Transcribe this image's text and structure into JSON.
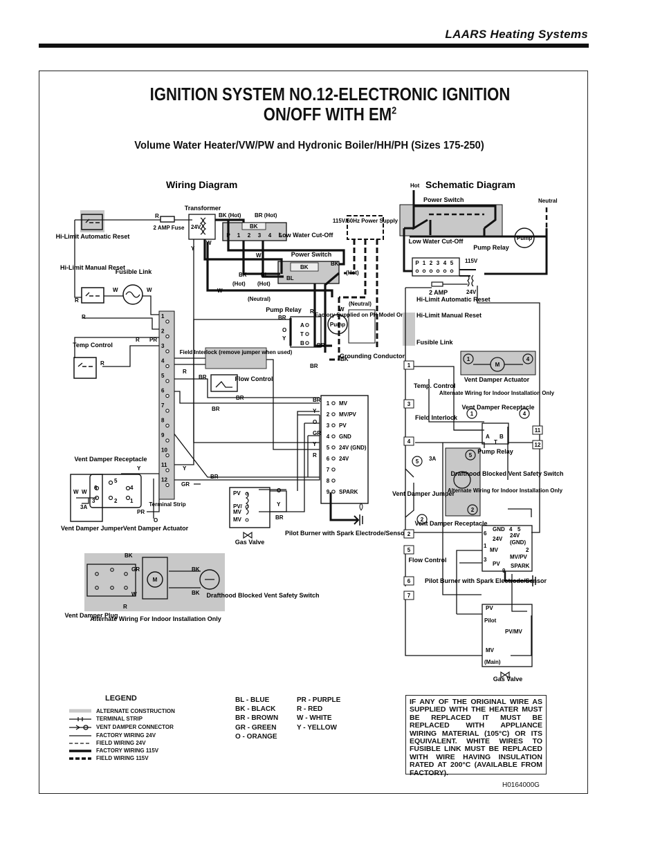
{
  "header": {
    "brand": "LAARS Heating Systems"
  },
  "title": {
    "line1": "IGNITION SYSTEM NO.12-ELECTRONIC IGNITION",
    "line2": "ON/OFF WITH EM",
    "line2_sup": "2"
  },
  "subtitle": "Volume Water Heater/VW/PW and Hydronic Boiler/HH/PH (Sizes 175-250)",
  "wiring": {
    "heading": "Wiring Diagram",
    "labels": {
      "transformer": "Transformer",
      "bk_hot": "BK (Hot)",
      "br_hot": "BR (Hot)",
      "fuse": "2 AMP Fuse",
      "hilimit_auto": "Hi-Limit Automatic Reset",
      "hilimit_manual": "Hi-Limit Manual Reset",
      "fusible": "Fusible Link",
      "lwco": "Low Water Cut-Off",
      "power_switch": "Power Switch",
      "power_supply": "115V/60Hz Power Supply",
      "pump_relay": "Pump Relay",
      "pump": "Pump",
      "factory_supplied": "Factory Supplied on PH Model Only",
      "grounding": "Grounding Conductor",
      "temp_control": "Temp Control",
      "field_interlock": "Field Interlock (remove jumper when used)",
      "flow_control": "Flow Control",
      "vent_receptacle": "Vent Damper Receptacle",
      "vent_jumper": "Vent Damper Jumper",
      "vent_actuator": "Vent Damper Actuator",
      "terminal_strip": "Terminal Strip",
      "gas_valve": "Gas Valve",
      "pilot_burner": "Pilot Burner with Spark Electrode/Sensor",
      "drafthood": "Drafthood Blocked Vent Safety Switch",
      "vent_plug": "Vent Damper Plug",
      "alt_wiring": "Alternate Wiring For Indoor Installation Only",
      "hot": "(Hot)",
      "neutral": "(Neutral)"
    },
    "lwco_terminals": [
      "P",
      "1",
      "2",
      "3",
      "4",
      "5"
    ],
    "relay_terminals": [
      "A",
      "T",
      "B"
    ],
    "terminals": [
      "1",
      "2",
      "3",
      "4",
      "5",
      "6",
      "7",
      "8",
      "9",
      "10",
      "11",
      "12"
    ],
    "ignition_terminals": [
      {
        "num": "1",
        "label": "MV"
      },
      {
        "num": "2",
        "label": "MV/PV"
      },
      {
        "num": "3",
        "label": "PV"
      },
      {
        "num": "4",
        "label": "GND"
      },
      {
        "num": "5",
        "label": "24V (GND)"
      },
      {
        "num": "6",
        "label": "24V"
      },
      {
        "num": "7",
        "label": ""
      },
      {
        "num": "8",
        "label": ""
      },
      {
        "num": "9",
        "label": "SPARK"
      }
    ],
    "ignition_wire_colors": [
      "BR",
      "Y",
      "O",
      "GR",
      "Y",
      "R",
      "",
      "",
      ""
    ],
    "gas_valve_terminals": [
      "PV",
      "PV/ MV",
      "MV"
    ],
    "wire_codes": [
      "R",
      "W",
      "Y",
      "BK",
      "BL",
      "PR",
      "O",
      "GR",
      "BR"
    ]
  },
  "schematic": {
    "heading": "Schematic Diagram",
    "labels": {
      "hot": "Hot",
      "neutral": "Neutral",
      "power_switch": "Power Switch",
      "lwco": "Low Water Cut-Off",
      "pump_relay": "Pump Relay",
      "pump": "Pump",
      "v115": "115V",
      "v24": "24V",
      "fuse": "2 AMP",
      "hilimit_auto": "Hi-Limit Automatic Reset",
      "hilimit_manual": "Hi-Limit Manual Reset",
      "fusible": "Fusible Link",
      "temp_control": "Temp. Control",
      "field_interlock": "Field Interlock",
      "vent_actuator": "Vent Damper Actuator",
      "alt_wiring": "Alternate Wiring for Indoor Installation Only",
      "vent_receptacle": "Vent Damper Receptacle",
      "pump_relay2": "Pump Relay",
      "drafthood": "Drafthood Blocked Vent Safety Switch",
      "vent_jumper": "Vent Damper Jumper",
      "vent_receptacle2": "Vent Damper Receptacle",
      "flow_control": "Flow Control",
      "pilot_burner": "Pilot Burner with Spark Electrode/Sensor",
      "gas_valve": "Gas Valve",
      "pilot": "Pilot",
      "main": "(Main)",
      "three_a": "3A"
    },
    "terminals": [
      "1",
      "2",
      "3",
      "4",
      "5",
      "6",
      "7",
      "11",
      "12"
    ],
    "ignition_labels": [
      "GND",
      "24V",
      "24V (GND)",
      "MV",
      "MV/PV",
      "PV",
      "SPARK"
    ]
  },
  "legend": {
    "title": "LEGEND",
    "items": [
      "ALTERNATE CONSTRUCTION",
      "TERMINAL STRIP",
      "VENT DAMPER CONNECTOR",
      "FACTORY WIRING 24V",
      "FIELD WIRING 24V",
      "FACTORY WIRING 115V",
      "FIELD WIRING 115V"
    ],
    "color_codes_left": [
      "BL - BLUE",
      "BK - BLACK",
      "BR - BROWN",
      "GR - GREEN",
      "O - ORANGE"
    ],
    "color_codes_right": [
      "PR - PURPLE",
      "R - RED",
      "W - WHITE",
      "Y - YELLOW"
    ]
  },
  "warning": "IF ANY OF THE ORIGINAL WIRE AS SUPPLIED WITH THE HEATER MUST BE REPLACED IT MUST BE REPLACED WITH APPLIANCE WIRING MATERIAL (105°C) OR ITS EQUIVALENT. WHITE WIRES TO FUSIBLE LINK MUST BE REPLACED WITH WIRE HAVING INSULATION RATED AT 200°C (AVAILABLE FROM FACTORY).",
  "drawing_code": "H0164000G"
}
